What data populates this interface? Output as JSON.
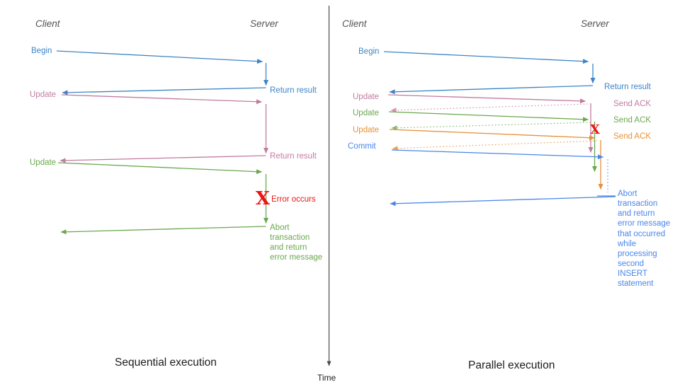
{
  "diagram": {
    "time_axis_label": "Time",
    "colors": {
      "request_blue": "#3d85c6",
      "commit_blue": "#4a86e8",
      "pink": "#c27ba0",
      "green": "#6aa84f",
      "orange": "#e69138",
      "error_red": "#ee1414",
      "axis_gray": "#4a4a4a"
    },
    "left": {
      "title": "Sequential execution",
      "client": "Client",
      "server": "Server",
      "begin": "Begin",
      "return_result_1": "Return result",
      "update_1": "Update",
      "return_result_2": "Return result",
      "update_2": "Update",
      "error_mark": "X",
      "error_label": "Error occurs",
      "abort_lines": [
        "Abort",
        "transaction",
        "and return",
        "error message"
      ]
    },
    "right": {
      "title": "Parallel execution",
      "client": "Client",
      "server": "Server",
      "begin": "Begin",
      "return_result": "Return result",
      "update_1": "Update",
      "send_ack_1": "Send ACK",
      "update_2": "Update",
      "send_ack_2": "Send ACK",
      "update_3": "Update",
      "send_ack_3": "Send ACK",
      "commit": "Commit",
      "error_mark": "X",
      "abort_lines": [
        "Abort",
        "transaction",
        "and return",
        "error message",
        "that occurred",
        "while",
        "processing",
        "second",
        "INSERT",
        "statement"
      ]
    }
  }
}
